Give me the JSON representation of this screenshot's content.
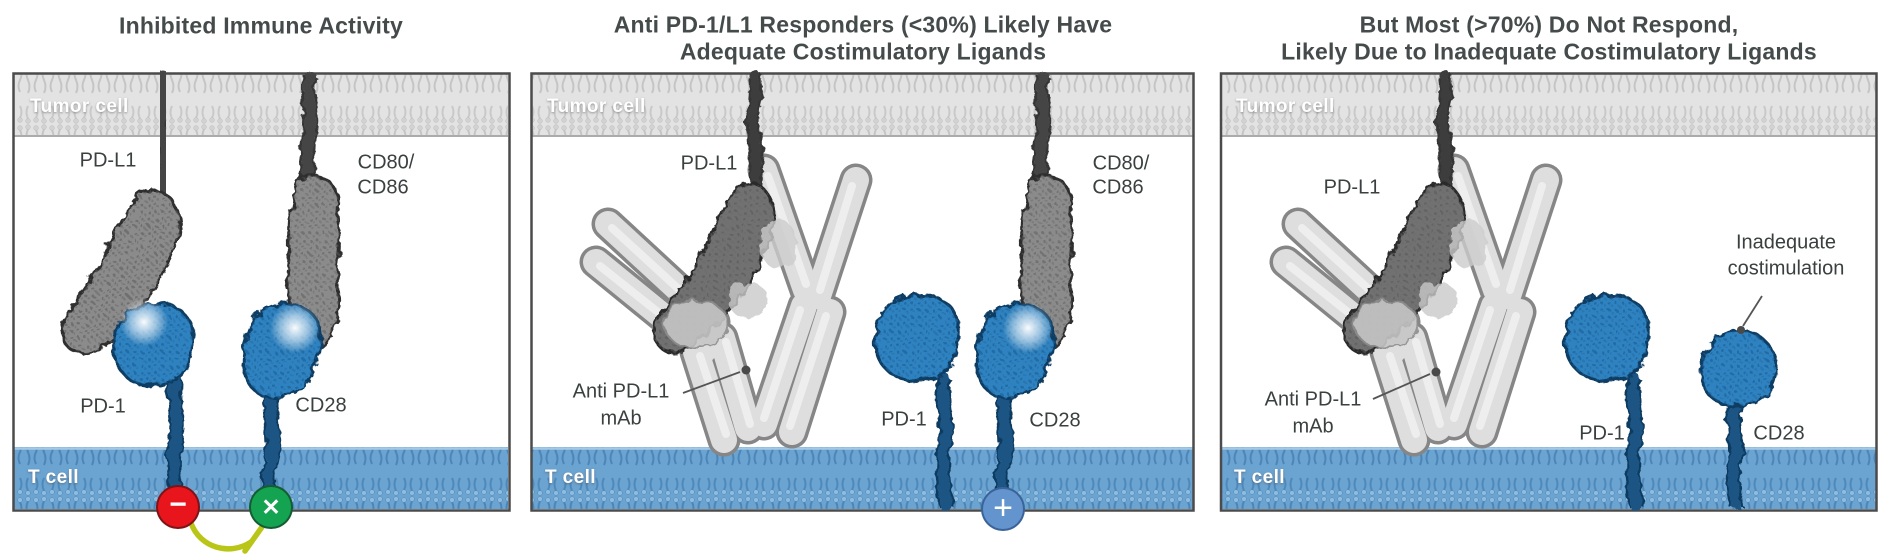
{
  "figure": {
    "panels": [
      {
        "id": "inhibited",
        "title_lines": [
          "Inhibited Immune Activity"
        ],
        "tumor_cell_label": "Tumor cell",
        "t_cell_label": "T cell",
        "molecule_labels": {
          "pdl1": "PD-L1",
          "cd80": "CD80/",
          "cd86": "CD86",
          "pd1": "PD-1",
          "cd28": "CD28"
        },
        "badges": {
          "inhibit": "−",
          "block": "✕"
        }
      },
      {
        "id": "responders",
        "title_lines": [
          "Anti PD-1/L1 Responders (<30%) Likely Have",
          "Adequate Costimulatory Ligands"
        ],
        "tumor_cell_label": "Tumor cell",
        "t_cell_label": "T cell",
        "molecule_labels": {
          "pdl1": "PD-L1",
          "cd80": "CD80/",
          "cd86": "CD86",
          "pd1": "PD-1",
          "cd28": "CD28",
          "mab_line1": "Anti PD-L1",
          "mab_line2": "mAb"
        },
        "badges": {
          "stimulate": "+"
        }
      },
      {
        "id": "nonresponders",
        "title_lines": [
          "But Most (>70%) Do Not Respond,",
          "Likely Due to Inadequate Costimulatory Ligands"
        ],
        "tumor_cell_label": "Tumor cell",
        "t_cell_label": "T cell",
        "molecule_labels": {
          "pdl1": "PD-L1",
          "pd1": "PD-1",
          "cd28": "CD28",
          "mab_line1": "Anti PD-L1",
          "mab_line2": "mAb"
        },
        "annotations": {
          "inadequate_line1": "Inadequate",
          "inadequate_line2": "costimulation"
        }
      }
    ],
    "colors": {
      "title_text": "#454b4b",
      "label_text": "#3a3f3f",
      "panel_border": "#4b4b4b",
      "membrane_tumor": "#e3e3e3",
      "membrane_tumor_texture": "#c5c5c5",
      "membrane_tcell": "#6ba3d1",
      "membrane_tcell_texture": "#4c86b8",
      "gray_protein": "#8b8b8b",
      "blue_protein": "#2e82c0",
      "antibody_fill": "#dedede",
      "antibody_outline": "#868686",
      "badge_red": "#e8151c",
      "badge_green": "#14a451",
      "badge_blue": "#6394ce",
      "arrow_yellow": "#b9c517"
    }
  }
}
